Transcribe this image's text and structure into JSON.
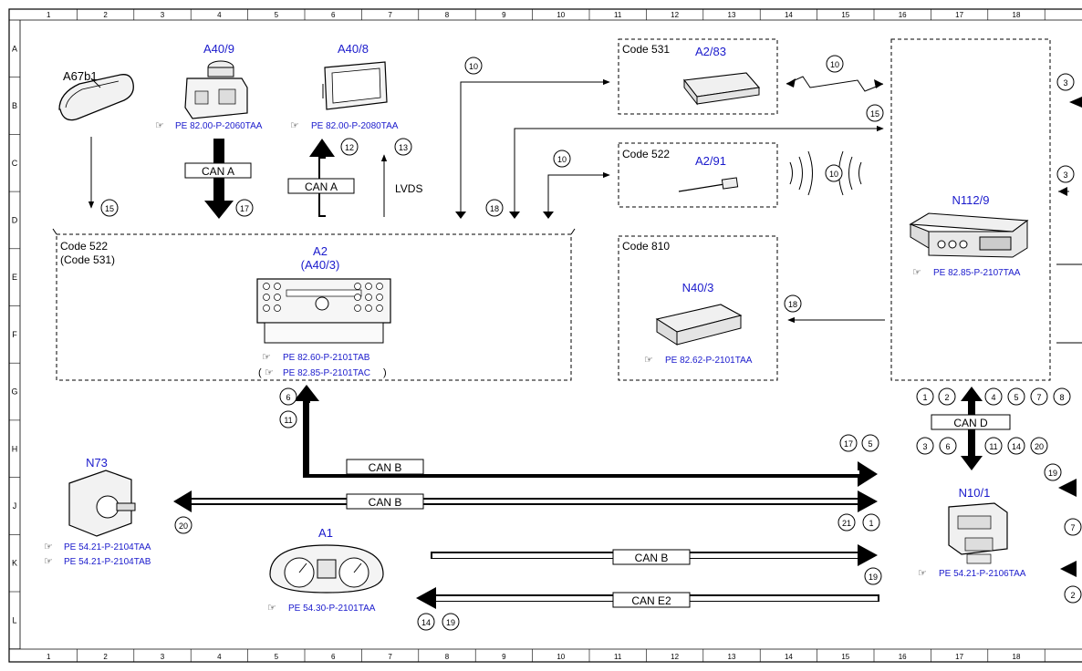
{
  "grid": {
    "columns": [
      "1",
      "2",
      "3",
      "4",
      "5",
      "6",
      "7",
      "8",
      "9",
      "10",
      "11",
      "12",
      "13",
      "14",
      "15",
      "16",
      "17",
      "18"
    ],
    "rows": [
      "A",
      "B",
      "C",
      "D",
      "E",
      "F",
      "G",
      "H",
      "J",
      "K",
      "L"
    ]
  },
  "components": {
    "a67b1": {
      "label": "A67b1"
    },
    "a40_9": {
      "label": "A40/9",
      "ref": "PE 82.00-P-2060TAA"
    },
    "a40_8": {
      "label": "A40/8",
      "ref": "PE 82.00-P-2080TAA"
    },
    "a2_83": {
      "label": "A2/83",
      "code": "Code 531"
    },
    "a2_91": {
      "label": "A2/91",
      "code": "Code 522"
    },
    "n112_9": {
      "label": "N112/9",
      "ref": "PE 82.85-P-2107TAA"
    },
    "n40_3": {
      "label": "N40/3",
      "code": "Code 810",
      "ref": "PE 82.62-P-2101TAA"
    },
    "a2": {
      "label": "A2",
      "label2": "(A40/3)",
      "code": "Code 522",
      "code2": "(Code 531)",
      "ref1": "PE 82.60-P-2101TAB",
      "ref2": "PE 82.85-P-2101TAC",
      "paren_open": "(",
      "paren_close": ")"
    },
    "n73": {
      "label": "N73",
      "ref1": "PE 54.21-P-2104TAA",
      "ref2": "PE 54.21-P-2104TAB"
    },
    "a1": {
      "label": "A1",
      "ref": "PE 54.30-P-2101TAA"
    },
    "n10_1": {
      "label": "N10/1",
      "ref": "PE 54.21-P-2106TAA"
    }
  },
  "buses": {
    "can_a_1": "CAN A",
    "can_a_2": "CAN A",
    "lvds": "LVDS",
    "can_b_1": "CAN B",
    "can_b_2": "CAN B",
    "can_b_3": "CAN B",
    "can_e2": "CAN E2",
    "can_d": "CAN D"
  },
  "numbers": {
    "n15a": "15",
    "n17a": "17",
    "n12": "12",
    "n13": "13",
    "n10a": "10",
    "n18a": "18",
    "n10b": "10",
    "n10c": "10",
    "n10d": "10",
    "n15b": "15",
    "n3a": "3",
    "n3b": "3",
    "n18b": "18",
    "n6": "6",
    "n11a": "11",
    "g1": "1",
    "g2": "2",
    "g4": "4",
    "g5": "5",
    "g7": "7",
    "g8": "8",
    "h3": "3",
    "h6": "6",
    "h11": "11",
    "h14": "14",
    "h20": "20",
    "n17b": "17",
    "n5": "5",
    "n19a": "19",
    "n20": "20",
    "n21": "21",
    "n1": "1",
    "n7": "7",
    "n19b": "19",
    "n2": "2",
    "n14": "14",
    "n19c": "19"
  }
}
